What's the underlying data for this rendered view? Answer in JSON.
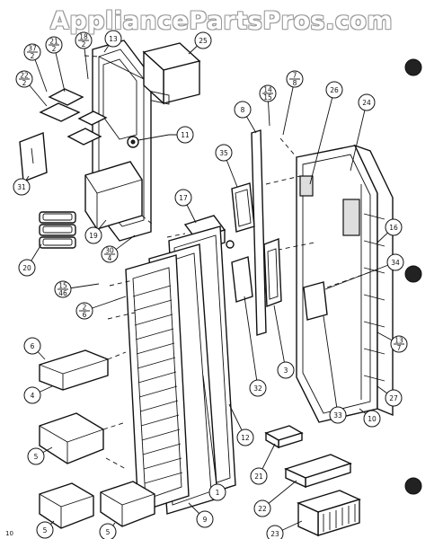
{
  "watermark": "AppliancePartsPros.com",
  "page_number": "10",
  "callouts": [
    {
      "id": "c37-2",
      "top": "37",
      "bottom": "2"
    },
    {
      "id": "c21-2",
      "top": "21",
      "bottom": "2"
    },
    {
      "id": "c18-2",
      "top": "18",
      "bottom": "2"
    },
    {
      "id": "c13",
      "text": "13"
    },
    {
      "id": "c25",
      "text": "25"
    },
    {
      "id": "c22-2",
      "top": "22",
      "bottom": "2"
    },
    {
      "id": "c11",
      "text": "11"
    },
    {
      "id": "c31",
      "text": "31"
    },
    {
      "id": "c19",
      "text": "19"
    },
    {
      "id": "c20",
      "text": "20"
    },
    {
      "id": "c30-4",
      "top": "30",
      "bottom": "4"
    },
    {
      "id": "c17",
      "text": "17"
    },
    {
      "id": "c15-46",
      "top": "15",
      "bottom": "46"
    },
    {
      "id": "c2-6",
      "top": "2",
      "bottom": "6"
    },
    {
      "id": "c6",
      "text": "6"
    },
    {
      "id": "c4",
      "text": "4"
    },
    {
      "id": "c5a",
      "text": "5"
    },
    {
      "id": "c5b",
      "text": "5"
    },
    {
      "id": "c5c",
      "text": "5"
    },
    {
      "id": "c9",
      "text": "9"
    },
    {
      "id": "c1",
      "text": "1"
    },
    {
      "id": "c12",
      "text": "12"
    },
    {
      "id": "c32",
      "text": "32"
    },
    {
      "id": "c7-8",
      "top": "7",
      "bottom": "8"
    },
    {
      "id": "c14-15",
      "top": "14",
      "bottom": "15"
    },
    {
      "id": "c8",
      "text": "8"
    },
    {
      "id": "c26",
      "text": "26"
    },
    {
      "id": "c24",
      "text": "24"
    },
    {
      "id": "c35",
      "text": "35"
    },
    {
      "id": "c16",
      "text": "16"
    },
    {
      "id": "c34",
      "text": "34"
    },
    {
      "id": "c3",
      "text": "3"
    },
    {
      "id": "c33",
      "text": "33"
    },
    {
      "id": "c13-7",
      "top": "13",
      "bottom": "7"
    },
    {
      "id": "c27",
      "text": "27"
    },
    {
      "id": "c10",
      "text": "10"
    },
    {
      "id": "c21",
      "text": "21"
    },
    {
      "id": "c22",
      "text": "22"
    },
    {
      "id": "c23",
      "text": "23"
    }
  ]
}
